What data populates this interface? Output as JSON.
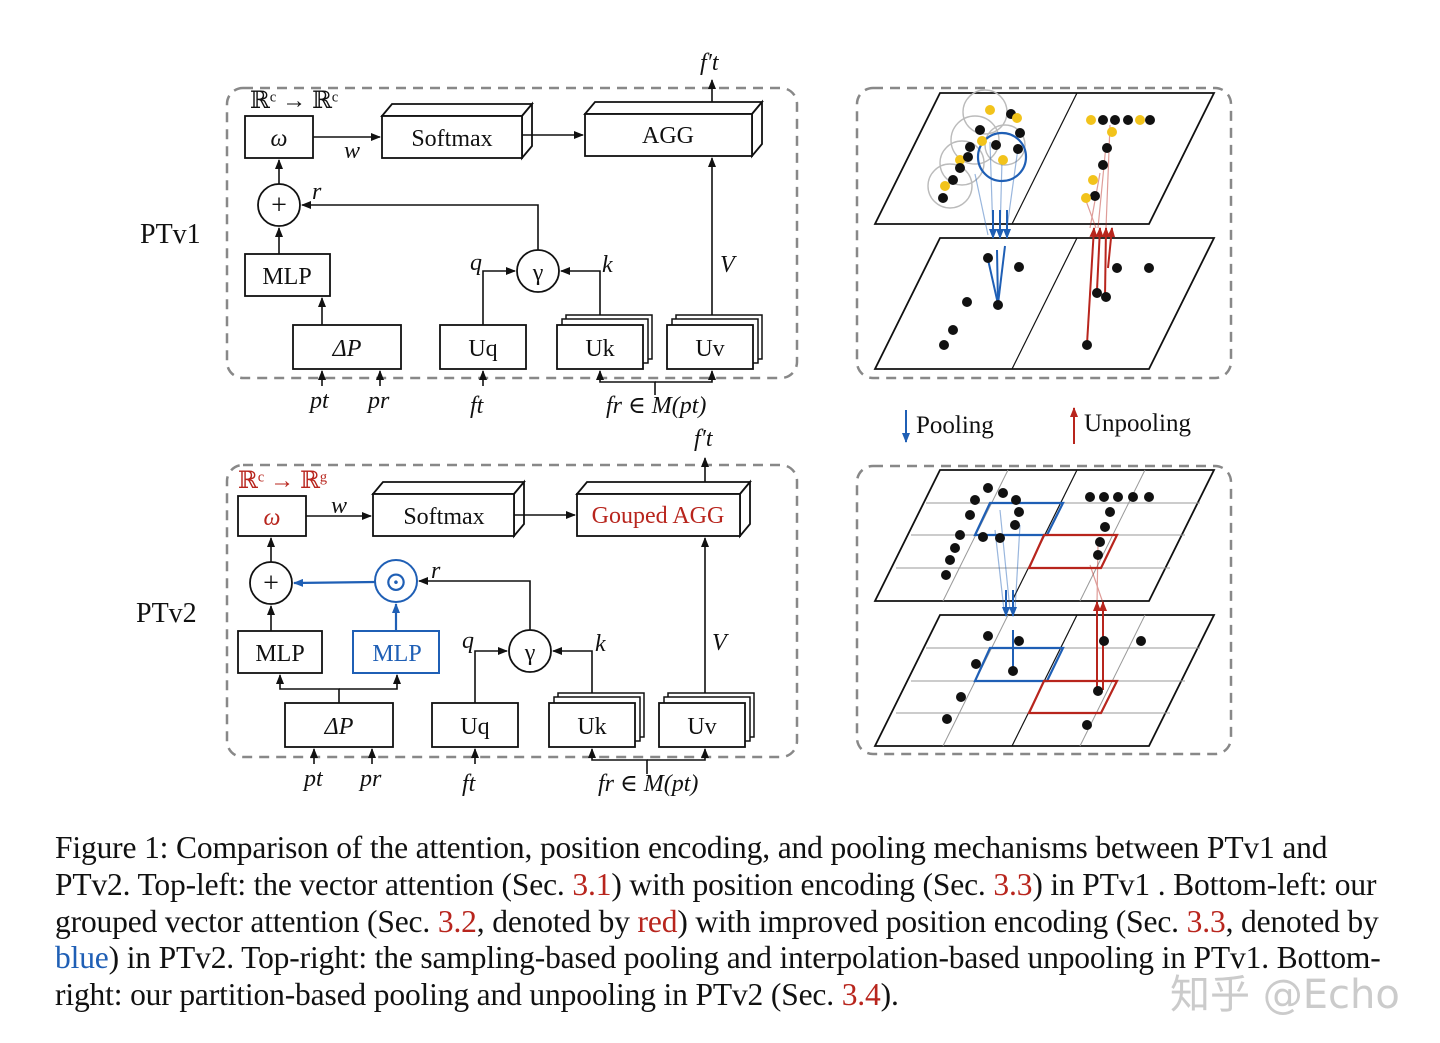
{
  "ptv1": {
    "row_label": "PTv1",
    "space_label": "ℝᶜ → ℝᶜ",
    "omega": "ω",
    "softmax": "Softmax",
    "agg": "AGG",
    "plus": "+",
    "mlp": "MLP",
    "gamma": "γ",
    "delta_p": "ΔP",
    "u_q": "Uq",
    "u_k": "Uk",
    "u_v": "Uv",
    "edge_w": "w",
    "edge_r": "r",
    "edge_q": "q",
    "edge_k": "k",
    "edge_v": "V",
    "out": "f′t",
    "in_pt": "pt",
    "in_pr": "pr",
    "in_ft": "ft",
    "in_fr": "fr ∈ M(pt)"
  },
  "ptv2": {
    "row_label": "PTv2",
    "space_label": "ℝᶜ → ℝᵍ",
    "omega": "ω",
    "softmax": "Softmax",
    "agg": "Gouped AGG",
    "plus": "+",
    "odot": "⊙",
    "mlp": "MLP",
    "mlp_blue": "MLP",
    "gamma": "γ",
    "delta_p": "ΔP",
    "u_q": "Uq",
    "u_k": "Uk",
    "u_v": "Uv",
    "edge_w": "w",
    "edge_r": "r",
    "edge_q": "q",
    "edge_k": "k",
    "edge_v": "V",
    "out": "f′t",
    "in_pt": "pt",
    "in_pr": "pr",
    "in_ft": "ft",
    "in_fr": "fr ∈ M(pt)"
  },
  "legend": {
    "pooling": "Pooling",
    "unpooling": "Unpooling"
  },
  "caption": {
    "p1": "Figure 1: Comparison of the attention, position encoding, and pooling mechanisms between PTv1 and PTv2. Top-left: the vector attention (Sec. ",
    "ref1": "3.1",
    "p2": ") with position encoding (Sec. ",
    "ref2": "3.3",
    "p3": ") in PTv1 . Bottom-left: our grouped vector attention (Sec. ",
    "ref3": "3.2",
    "p4": ", denoted by ",
    "red_word": "red",
    "p5": ") with improved position encoding (Sec. ",
    "ref4": "3.3",
    "p6": ", denoted by ",
    "blue_word": "blue",
    "p7": ") in PTv2. Top-right: the sampling-based pooling and interpolation-based unpooling in PTv1. Bottom-right: our partition-based pooling and unpooling in PTv2 (Sec. ",
    "ref5": "3.4",
    "p8": ")."
  },
  "watermark": "知乎 @Echo",
  "colors": {
    "red": "#b8251d",
    "blue": "#1f5fb5",
    "yellow": "#f2c31b",
    "dash": "#888888"
  }
}
